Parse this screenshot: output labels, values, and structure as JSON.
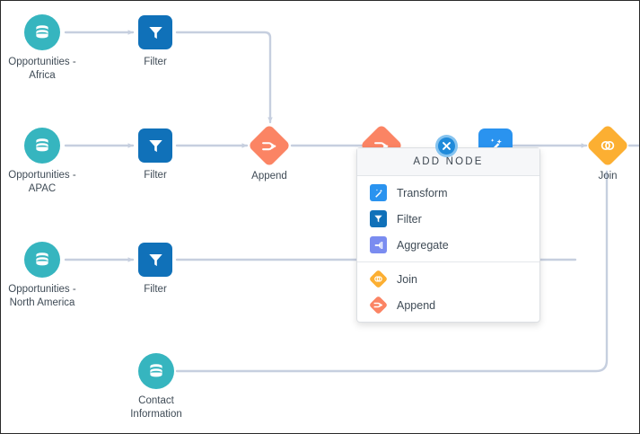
{
  "canvas": {
    "title": "Dataflow canvas",
    "colors": {
      "dataset": "#36b5bf",
      "filter": "#1071b9",
      "transform": "#2a93ef",
      "aggregate": "#7a8cf0",
      "append": "#fb8464",
      "join": "#fcaf32",
      "wire": "#c6cfdf",
      "popup_header_bg": "#f6f7f9",
      "close_button": "#1f8ada"
    }
  },
  "nodes": [
    {
      "id": "ds-africa",
      "type": "dataset",
      "icon": "database-icon",
      "label": "Opportunities -\nAfrica"
    },
    {
      "id": "filter-1",
      "type": "filter",
      "icon": "filter-icon",
      "label": "Filter"
    },
    {
      "id": "ds-apac",
      "type": "dataset",
      "icon": "database-icon",
      "label": "Opportunities -\nAPAC"
    },
    {
      "id": "filter-2",
      "type": "filter",
      "icon": "filter-icon",
      "label": "Filter"
    },
    {
      "id": "append-1",
      "type": "append",
      "icon": "append-icon",
      "label": "Append"
    },
    {
      "id": "ds-na",
      "type": "dataset",
      "icon": "database-icon",
      "label": "Opportunities -\nNorth America"
    },
    {
      "id": "filter-3",
      "type": "filter",
      "icon": "filter-icon",
      "label": "Filter"
    },
    {
      "id": "append-2",
      "type": "append",
      "icon": "append-icon",
      "label": ""
    },
    {
      "id": "transform-1",
      "type": "transform",
      "icon": "transform-icon",
      "label": ""
    },
    {
      "id": "join-1",
      "type": "join",
      "icon": "join-icon",
      "label": "Join"
    },
    {
      "id": "ds-contact",
      "type": "dataset",
      "icon": "database-icon",
      "label": "Contact\nInformation"
    }
  ],
  "popup": {
    "title": "ADD NODE",
    "close_icon": "close-icon",
    "groups": [
      {
        "items": [
          {
            "label": "Transform",
            "icon": "transform-icon",
            "shape": "square"
          },
          {
            "label": "Filter",
            "icon": "filter-icon",
            "shape": "square"
          },
          {
            "label": "Aggregate",
            "icon": "aggregate-icon",
            "shape": "square"
          }
        ]
      },
      {
        "items": [
          {
            "label": "Join",
            "icon": "join-icon",
            "shape": "diamond"
          },
          {
            "label": "Append",
            "icon": "append-icon",
            "shape": "diamond"
          }
        ]
      }
    ]
  }
}
